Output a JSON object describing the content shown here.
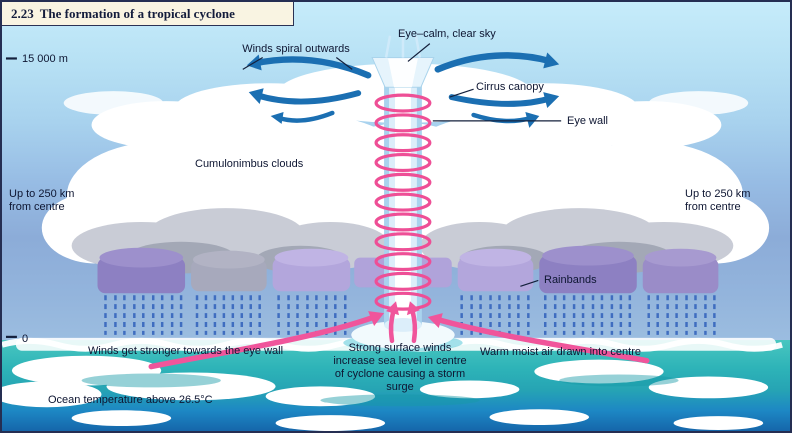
{
  "figure": {
    "number": "2.23",
    "title": "The formation of a tropical cyclone"
  },
  "scale": {
    "top_label": "15 000 m",
    "bottom_label": "0"
  },
  "labels": {
    "winds_spiral_outwards": "Winds spiral outwards",
    "eye_calm": "Eye–calm, clear sky",
    "cirrus_canopy": "Cirrus canopy",
    "eye_wall": "Eye wall",
    "cumulonimbus_clouds": "Cumulonimbus clouds",
    "up_to_250_left": "Up to 250 km from centre",
    "up_to_250_right": "Up to 250 km from centre",
    "rainbands": "Rainbands",
    "winds_get_stronger": "Winds get stronger towards the eye wall",
    "storm_surge": "Strong surface winds increase sea level in centre of cyclone causing a storm surge",
    "warm_moist_air": "Warm moist air drawn into centre",
    "ocean_temperature": "Ocean temperature above 26.5°C"
  },
  "glyphs": {
    "outflow_arrow": "curved blue arrow",
    "inflow_arrow": "curved pink arrow",
    "updraft_spiral": "pink spiral coil"
  },
  "colors": {
    "spiral_pink": "#ee4f96",
    "wind_arrow_blue": "#1b6fb2",
    "rain_blue": "#3f6dc0",
    "rainband_purple": "#8d80c2",
    "sea_teal": "#2eb4b8",
    "sky_blue": "#b6e0f4",
    "title_cream": "#f9f4e2"
  }
}
